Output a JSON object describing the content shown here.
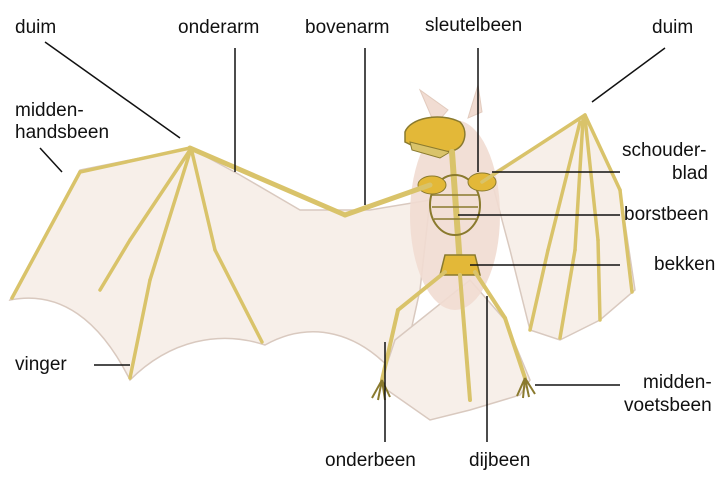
{
  "labels": {
    "duim_left": "duim",
    "onderarm": "onderarm",
    "bovenarm": "bovenarm",
    "sleutelbeen": "sleutelbeen",
    "duim_right": "duim",
    "middenhandsbeen_line1": "midden-",
    "middenhandsbeen_line2": "handsbeen",
    "schouderblad_line1": "schouder-",
    "schouderblad_line2": "blad",
    "borstbeen": "borstbeen",
    "bekken": "bekken",
    "vinger": "vinger",
    "middenvoetsbeen_line1": "midden-",
    "middenvoetsbeen_line2": "voetsbeen",
    "onderbeen": "onderbeen",
    "dijbeen": "dijbeen"
  },
  "colors": {
    "membrane": "#f7efe9",
    "membrane_edge": "#d9c9bf",
    "bone": "#d9c36a",
    "bone_dark": "#8a7a2e",
    "skull": "#e3b838",
    "body": "#f1dcd2",
    "leader": "#111111"
  }
}
